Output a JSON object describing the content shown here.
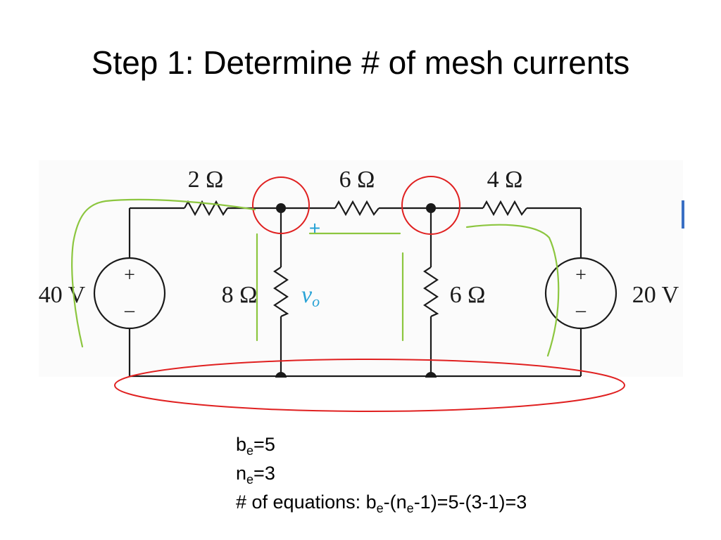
{
  "slide": {
    "title": "Step 1: Determine # of mesh currents"
  },
  "circuit": {
    "resistors": {
      "r_top_left": "2 Ω",
      "r_top_mid": "6 Ω",
      "r_top_right": "4 Ω",
      "r_vert_left": "8 Ω",
      "r_vert_right": "6 Ω"
    },
    "sources": {
      "left": {
        "label": "40 V",
        "plus": "+",
        "minus": "–"
      },
      "right": {
        "label": "20 V",
        "plus": "+",
        "minus": "–"
      }
    },
    "vo": {
      "symbol": "v",
      "subscript": "o",
      "plus": "+"
    }
  },
  "annotations": {
    "colors": {
      "node_circle": "#e02020",
      "mesh_line": "#8cc63f",
      "vo_label": "#29a3d6"
    }
  },
  "notes": {
    "be": {
      "base": "b",
      "sub": "e",
      "rest": "=5"
    },
    "ne": {
      "base": "n",
      "sub": "e",
      "rest": "=3"
    },
    "eq": {
      "prefix": "# of equations: b",
      "sub1": "e",
      "mid": "-(n",
      "sub2": "e",
      "rest": "-1)=5-(3-1)=3"
    }
  }
}
